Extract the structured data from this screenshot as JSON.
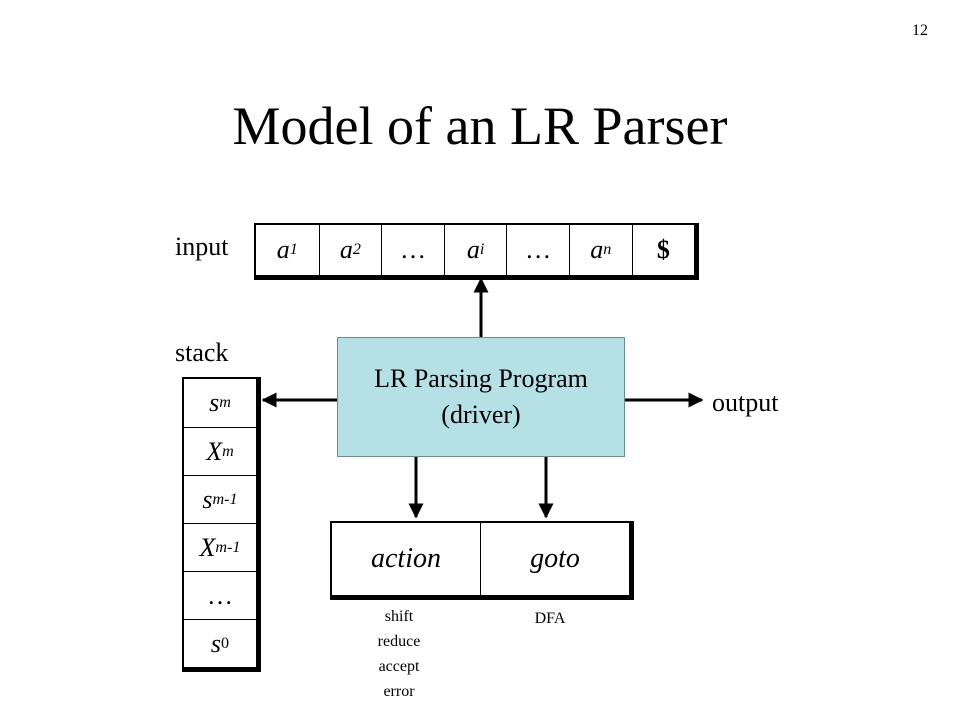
{
  "slide": {
    "page_number": "12",
    "title": "Model of an LR Parser"
  },
  "input": {
    "label": "input",
    "cells": [
      {
        "base": "a",
        "sub": "1",
        "italic": true
      },
      {
        "base": "a",
        "sub": "2",
        "italic": true
      },
      {
        "base": "…",
        "sub": "",
        "italic": false
      },
      {
        "base": "a",
        "sub": "i",
        "italic": true
      },
      {
        "base": "…",
        "sub": "",
        "italic": false
      },
      {
        "base": "a",
        "sub": "n",
        "italic": true
      },
      {
        "base": "$",
        "sub": "",
        "italic": false,
        "bold": true
      }
    ]
  },
  "stack": {
    "label": "stack",
    "cells": [
      {
        "base": "s",
        "sub": "m",
        "italic": true,
        "sub_italic": true
      },
      {
        "base": "X",
        "sub": "m",
        "italic": true,
        "sub_italic": true
      },
      {
        "base": "s",
        "sub": "m-1",
        "italic": true,
        "sub_italic": true
      },
      {
        "base": "X",
        "sub": "m-1",
        "italic": true,
        "sub_italic": true
      },
      {
        "base": "…",
        "sub": "",
        "italic": false
      },
      {
        "base": "s",
        "sub": "0",
        "italic": true,
        "sub_italic": false
      }
    ]
  },
  "driver": {
    "line1": "LR Parsing Program",
    "line2": "(driver)",
    "fill": "#b4e0e6"
  },
  "output": {
    "label": "output"
  },
  "table": {
    "action_label": "action",
    "goto_label": "goto"
  },
  "action_notes": [
    "shift",
    "reduce",
    "accept",
    "error"
  ],
  "goto_note": "DFA"
}
